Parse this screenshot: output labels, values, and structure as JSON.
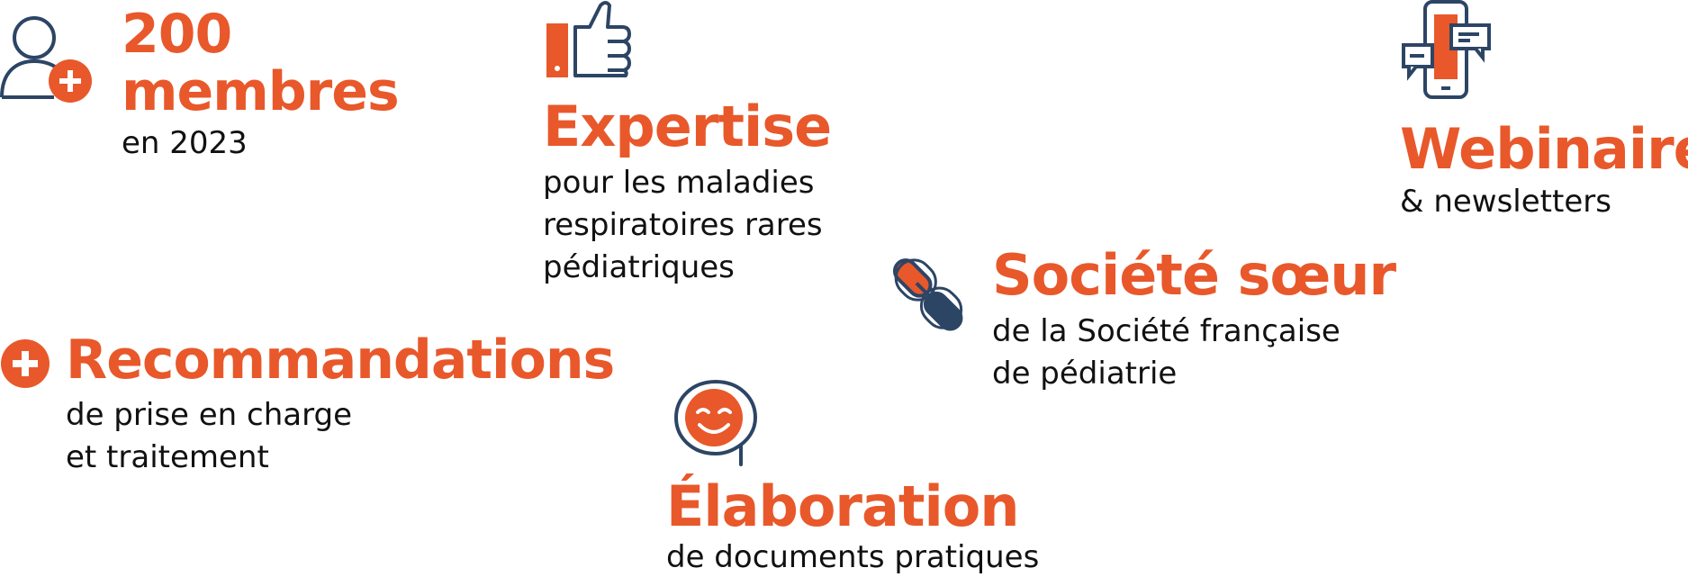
{
  "palette": {
    "accent": "#e8582a",
    "navy": "#2d4565",
    "text": "#111111"
  },
  "stats": {
    "members": {
      "title_line1": "200",
      "title_line2": "membres",
      "subtitle": "en 2023",
      "icon": "user-add-icon"
    },
    "expertise": {
      "title": "Expertise",
      "lines": [
        "pour les maladies",
        "respiratoires rares",
        "pédiatriques"
      ],
      "icon": "thumbs-up-icon"
    },
    "webinaire": {
      "title": "Webinaire",
      "subtitle": "& newsletters",
      "icon": "phone-chat-icon"
    },
    "societe": {
      "title": "Société sœur",
      "lines": [
        "de la Société française",
        "de pédiatrie"
      ],
      "icon": "chain-link-icon"
    },
    "recommandations": {
      "title": "Recommandations",
      "lines": [
        "de prise en charge",
        "et traitement"
      ],
      "icon": "plus-circle-icon"
    },
    "elaboration": {
      "title": "Élaboration",
      "subtitle": "de documents pratiques",
      "icon": "smiley-bubble-icon"
    }
  }
}
